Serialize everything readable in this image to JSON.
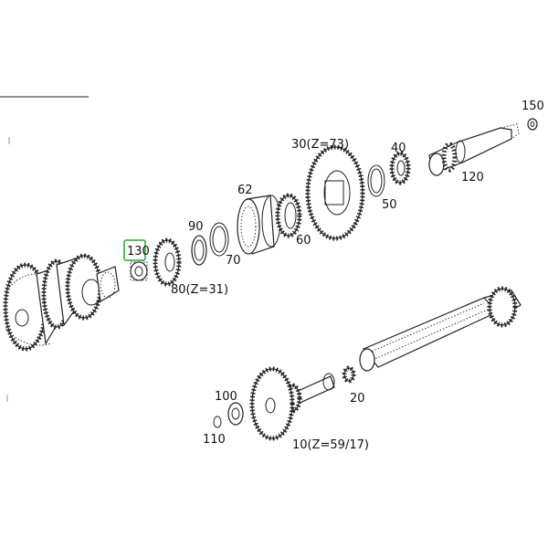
{
  "labels": {
    "p150": "150",
    "p30": "30(Z=73)",
    "p40": "40",
    "p120": "120",
    "p50": "50",
    "p62": "62",
    "p60": "60",
    "p90": "90",
    "p70": "70",
    "p130": "130",
    "p80": "80(Z=31)",
    "p20": "20",
    "p100": "100",
    "p110": "110",
    "p10": "10(Z=59/17)"
  },
  "colors": {
    "highlight": "#4caf50",
    "line": "#222222"
  }
}
